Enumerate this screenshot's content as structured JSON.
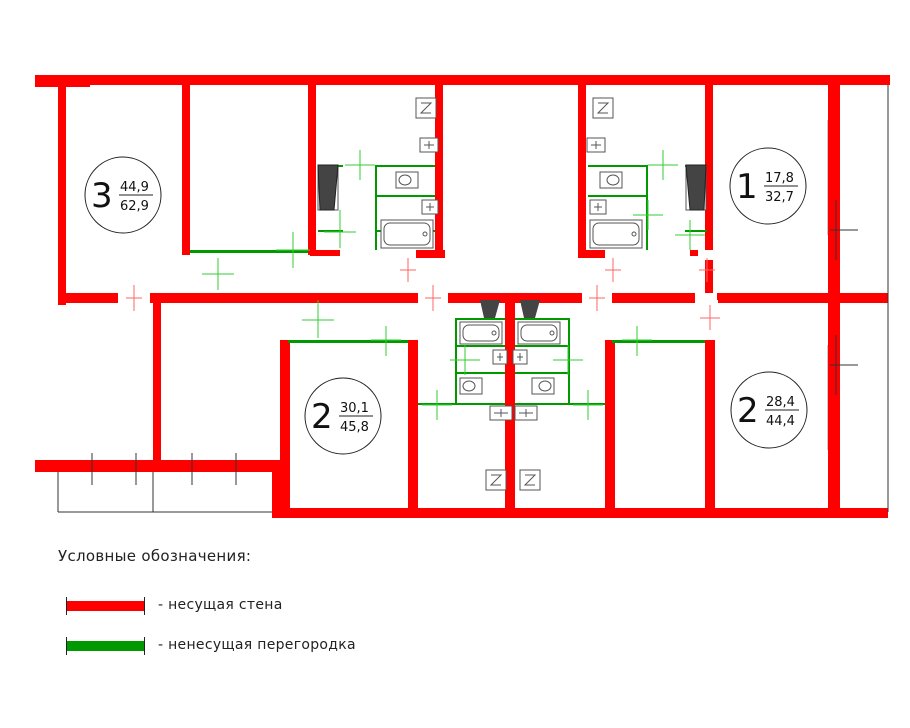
{
  "colors": {
    "bearing_wall": "#ff0000",
    "partition": "#009900",
    "window": "#b8b8b8",
    "fixture": "#555555",
    "dim_line": "#333333"
  },
  "apartments": [
    {
      "id": "apt-3",
      "rooms": "3",
      "living_area": "44,9",
      "total_area": "62,9"
    },
    {
      "id": "apt-1",
      "rooms": "1",
      "living_area": "17,8",
      "total_area": "32,7"
    },
    {
      "id": "apt-2-center",
      "rooms": "2",
      "living_area": "30,1",
      "total_area": "45,8"
    },
    {
      "id": "apt-2-right",
      "rooms": "2",
      "living_area": "28,4",
      "total_area": "44,4"
    }
  ],
  "legend": {
    "title": "Условные обозначения:",
    "items": [
      {
        "key": "bearing_wall",
        "label": "- несущая стена"
      },
      {
        "key": "partition",
        "label": "- ненесущая перегородка"
      }
    ]
  }
}
